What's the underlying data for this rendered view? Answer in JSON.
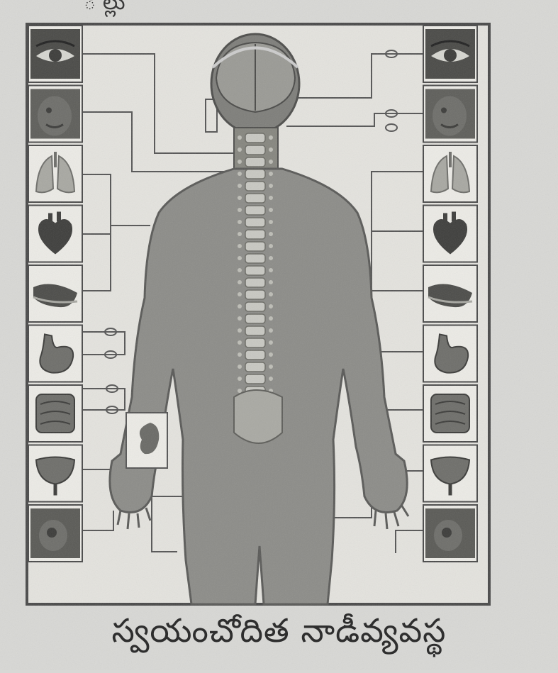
{
  "header_fragment": "ే ల్లు",
  "caption": "స్వయంచోదిత నాడీవ్యవస్థ",
  "colors": {
    "paper": "#d8d8d5",
    "ink": "#3a3a3a",
    "frame": "#4a4a4a",
    "body_fill": "#8c8c88",
    "body_edge": "#5a5a58",
    "spine": "#c8c8c2",
    "panel": "#ecebe6"
  },
  "organs": [
    {
      "key": "eye",
      "name": "eye-icon"
    },
    {
      "key": "face",
      "name": "face-icon"
    },
    {
      "key": "lungs",
      "name": "lungs-icon"
    },
    {
      "key": "heart",
      "name": "heart-icon"
    },
    {
      "key": "liver",
      "name": "liver-icon"
    },
    {
      "key": "stomach",
      "name": "stomach-icon"
    },
    {
      "key": "intestine",
      "name": "intestine-icon"
    },
    {
      "key": "bladder",
      "name": "bladder-icon"
    },
    {
      "key": "genitals",
      "name": "genital-organ-icon"
    }
  ]
}
